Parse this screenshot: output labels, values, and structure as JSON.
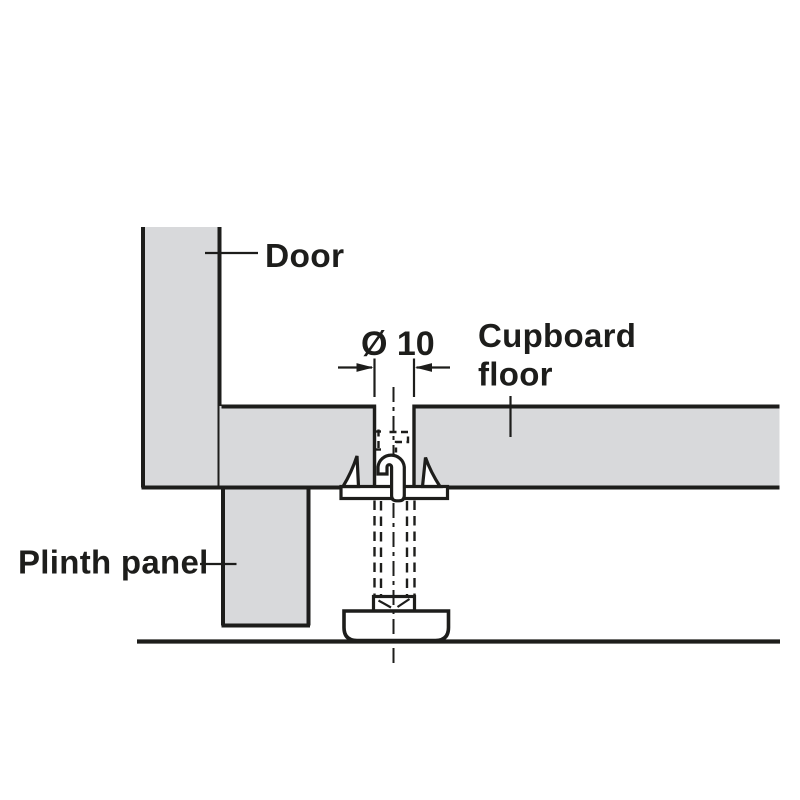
{
  "figure": {
    "kind": "technical-diagram",
    "subject": "plinth-foot-fitting-section",
    "labels": {
      "door": "Door",
      "cupboard_floor": [
        "Cupboard",
        "floor"
      ],
      "plinth_panel": "Plinth panel",
      "hole_diameter": "Ø 10"
    },
    "colors": {
      "panel_fill": "#d8d9db",
      "line": "#1d1d1b",
      "background": "#ffffff"
    }
  }
}
